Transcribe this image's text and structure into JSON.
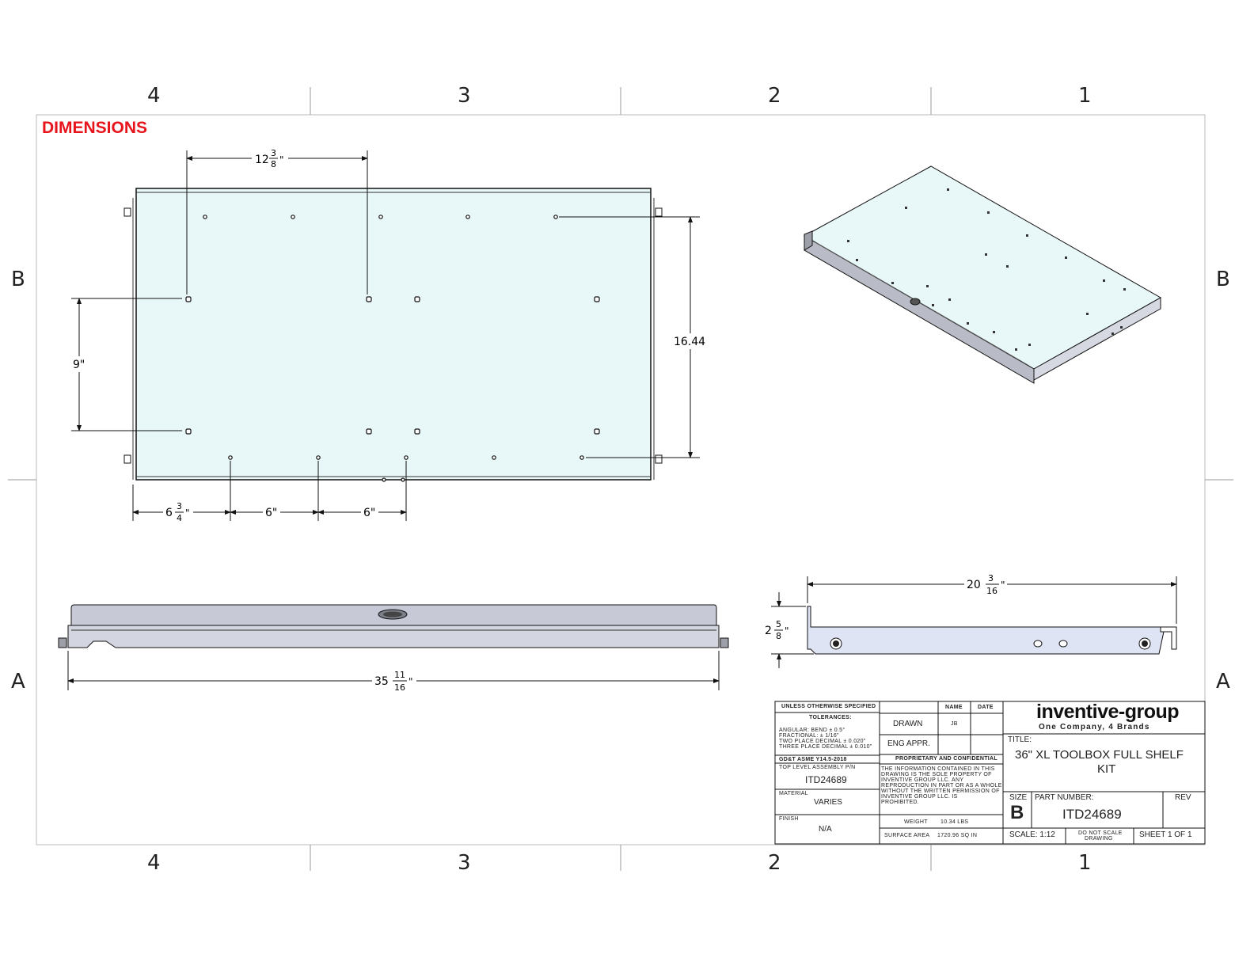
{
  "heading": "DIMENSIONS",
  "zones": {
    "columns": [
      "4",
      "3",
      "2",
      "1"
    ],
    "rows": [
      "B",
      "A"
    ]
  },
  "dimensions": {
    "top_spacing": {
      "whole": "12",
      "num": "3",
      "den": "8",
      "unit": "\""
    },
    "right_height": "16.44",
    "left_height": "9\"",
    "bottom_offset": {
      "whole": "6",
      "num": "3",
      "den": "4",
      "unit": "\""
    },
    "bottom_space_1": "6\"",
    "bottom_space_2": "6\"",
    "overall_length": {
      "whole": "35",
      "num": "11",
      "den": "16",
      "unit": "\""
    },
    "side_depth": {
      "whole": "20",
      "num": "3",
      "den": "16",
      "unit": "\""
    },
    "side_height": {
      "whole": "2",
      "num": "5",
      "den": "8",
      "unit": "\""
    }
  },
  "title_block": {
    "unless_specified": "UNLESS OTHERWISE SPECIFIED",
    "tolerances": "TOLERANCES:",
    "tol_lines": [
      "ANGULAR:     BEND  ±  0.5°",
      "FRACTIONAL:               ±  1/16\"",
      "TWO PLACE DECIMAL   ±  0.020\"",
      "THREE PLACE DECIMAL  ±  0.010\""
    ],
    "gdt": "GD&T ASME Y14.5-2018",
    "top_level_label": "TOP LEVEL ASSEMBLY P/N",
    "top_level_value": "ITD24689",
    "material_label": "MATERIAL",
    "material_value": "VARIES",
    "finish_label": "FINISH",
    "finish_value": "N/A",
    "name_header": "NAME",
    "date_header": "DATE",
    "drawn_label": "DRAWN",
    "drawn_name": "JB",
    "eng_label": "ENG APPR.",
    "proprietary": "PROPRIETARY AND CONFIDENTIAL",
    "proprietary_text": [
      "THE INFORMATION CONTAINED IN THIS",
      "DRAWING IS THE SOLE PROPERTY OF",
      "INVENTIVE GROUP LLC. ANY",
      "REPRODUCTION IN PART OR AS A WHOLE",
      "WITHOUT THE WRITTEN PERMISSION OF",
      "INVENTIVE GROUP LLC. IS",
      "PROHIBITED."
    ],
    "weight_label": "WEIGHT",
    "weight_value": "10.34   LBS",
    "surface_label": "SURFACE AREA",
    "surface_value": "1720.96   SQ IN",
    "company": "inventive-group",
    "tagline": "One Company, 4 Brands",
    "title_label": "TITLE:",
    "title_line1": "36\" XL TOOLBOX FULL SHELF",
    "title_line2": "KIT",
    "size_label": "SIZE",
    "size_value": "B",
    "part_label": "PART NUMBER:",
    "part_value": "ITD24689",
    "rev_label": "REV",
    "scale": "SCALE: 1:12",
    "do_not_scale_1": "DO NOT SCALE",
    "do_not_scale_2": "DRAWING",
    "sheet": "SHEET 1 OF 1"
  },
  "colors": {
    "heading": "#e8141b",
    "panel": "#e8f7f8",
    "rail": "#c7cad6",
    "side_fill": "#dfe4f5",
    "line": "#111111"
  }
}
